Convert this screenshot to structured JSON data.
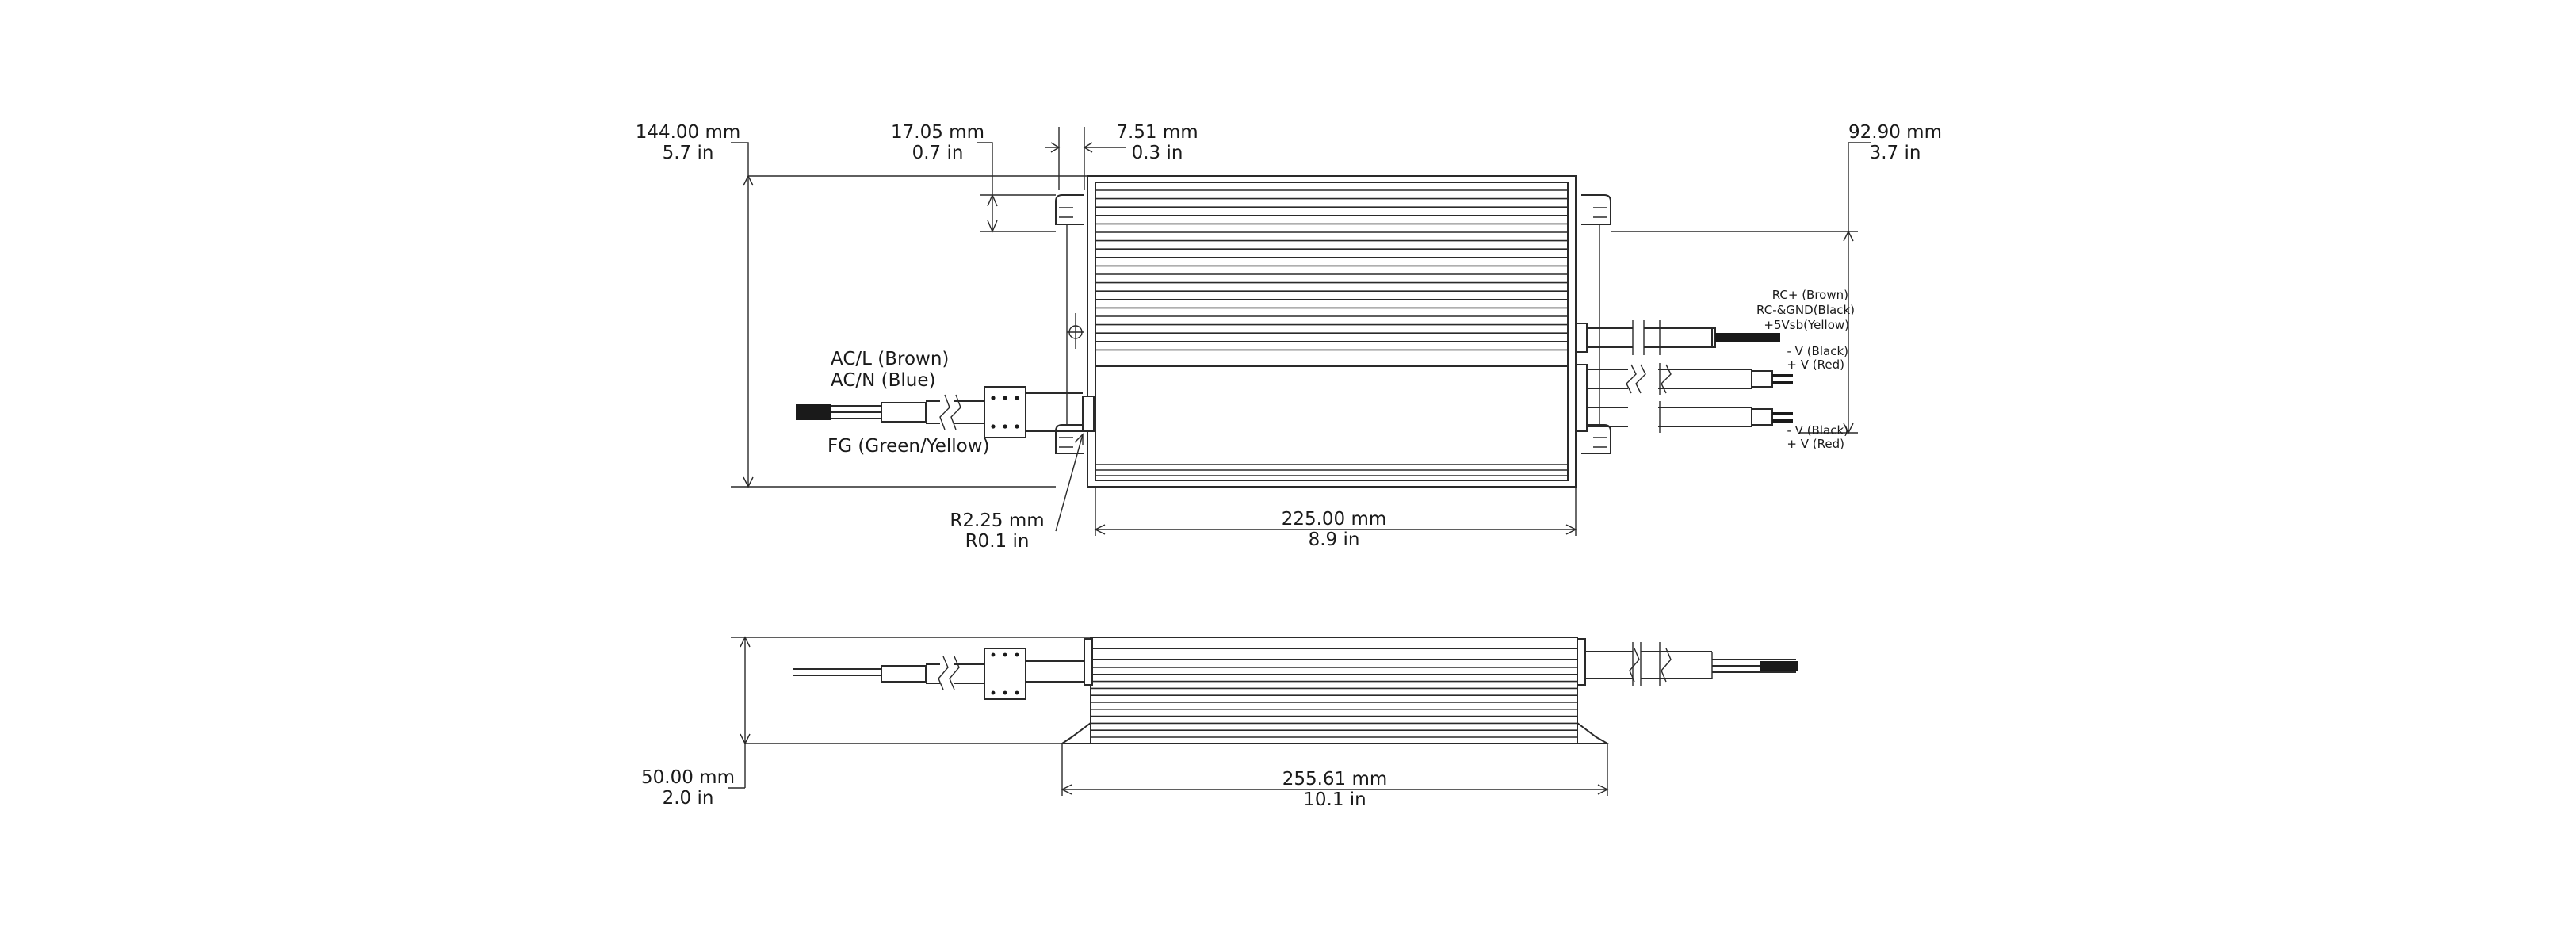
{
  "dimensions": {
    "height_total": {
      "mm": "144.00 mm",
      "in": "5.7 in"
    },
    "mount_offset": {
      "mm": "17.05 mm",
      "in": "0.7 in"
    },
    "flange_width": {
      "mm": "7.51 mm",
      "in": "0.3 in"
    },
    "output_offset": {
      "mm": "92.90 mm",
      "in": "3.7 in"
    },
    "hole_radius": {
      "mm": "R2.25 mm",
      "in": "R0.1 in"
    },
    "body_length": {
      "mm": "225.00 mm",
      "in": "8.9 in"
    },
    "profile_height": {
      "mm": "50.00 mm",
      "in": "2.0 in"
    },
    "overall_length": {
      "mm": "255.61 mm",
      "in": "10.1 in"
    }
  },
  "input_wires": {
    "line": "AC/L (Brown)",
    "neutral": "AC/N (Blue)",
    "ground": "FG (Green/Yellow)"
  },
  "control_wires": {
    "rc_plus": "RC+ (Brown)",
    "rc_gnd": "RC-&GND(Black)",
    "plus5v": "+5Vsb(Yellow)"
  },
  "output_wires_1": {
    "neg": "- V (Black)",
    "pos": "+ V (Red)"
  },
  "output_wires_2": {
    "neg": "- V (Black)",
    "pos": "+ V (Red)"
  }
}
